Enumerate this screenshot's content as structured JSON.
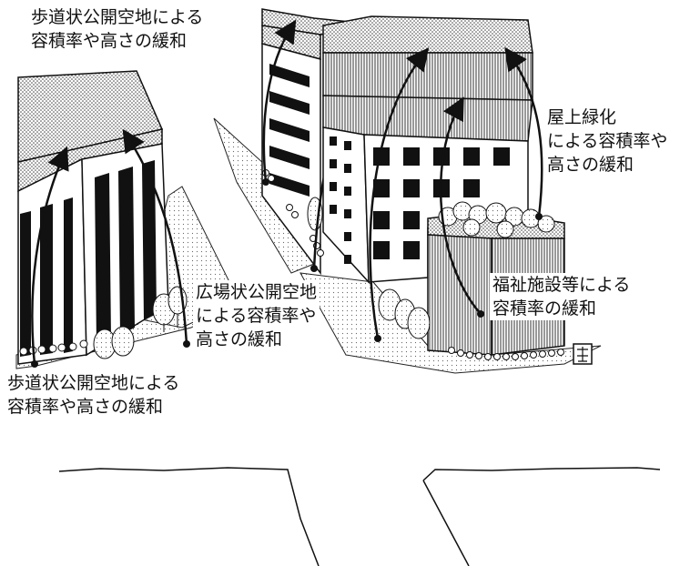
{
  "colors": {
    "ink": "#111111",
    "paper": "#ffffff",
    "dark_band": "#555555",
    "dot_fill": "#cfcfcf"
  },
  "labels": {
    "top_left": [
      "歩道状公開空地による",
      "容積率や高さの緩和"
    ],
    "right_rooftop": [
      "屋上緑化",
      "による容積率や",
      "高さの緩和"
    ],
    "center_plaza": [
      "広場状公開空地",
      "による容積率や",
      "高さの緩和"
    ],
    "right_welfare": [
      "福祉施設等による",
      "容積率の緩和"
    ],
    "bottom_left": [
      "歩道状公開空地による",
      "容積率や高さの緩和"
    ]
  },
  "icons": {
    "arrows": "arrow-icon",
    "trees": "tree-icon",
    "stamp": "stamp-icon"
  }
}
